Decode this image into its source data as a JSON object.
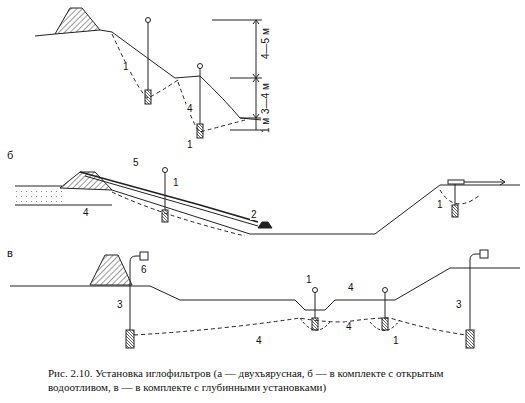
{
  "diagram": {
    "caption": "Рис. 2.10. Установка иглофильтров (а — двухъярусная, б — в комплекте с открытым водоотливом, в — в комплекте с глубинными установками)",
    "labels": [
      "4—5 м",
      "3—4 м",
      "1 м",
      "1",
      "4",
      "1",
      "б",
      "5",
      "1",
      "4",
      "2",
      "1",
      "в",
      "6",
      "3",
      "1",
      "4",
      "4",
      "4",
      "1",
      "3"
    ]
  }
}
